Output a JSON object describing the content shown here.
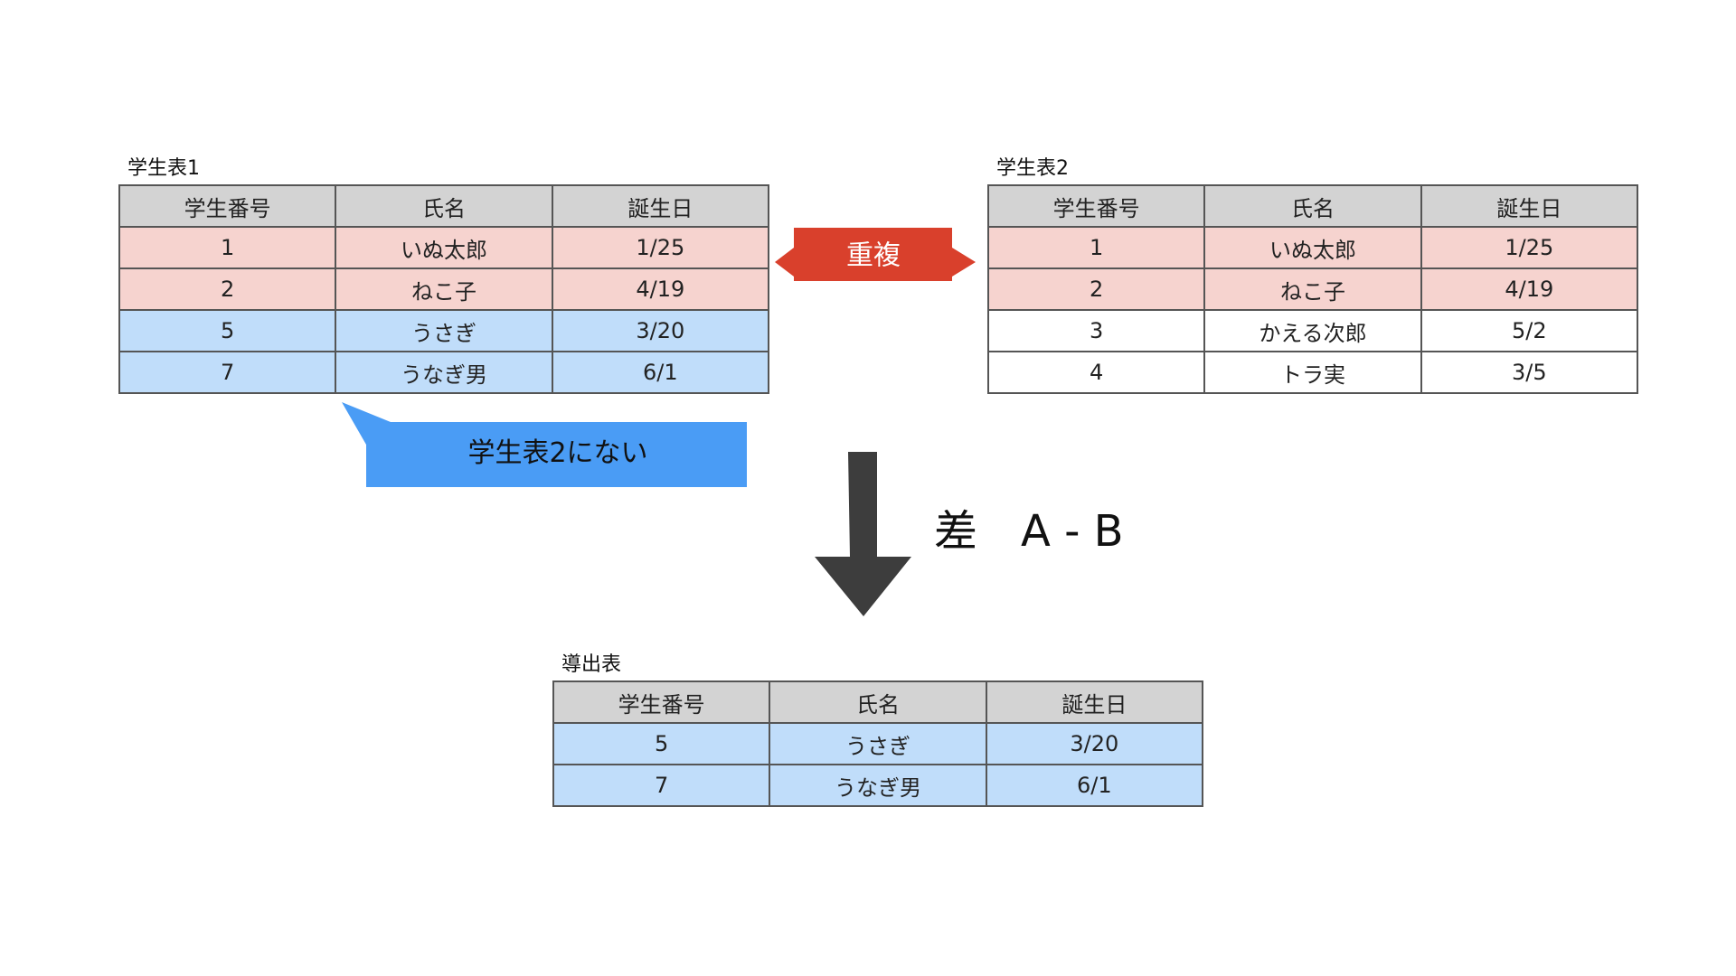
{
  "columns": [
    "学生番号",
    "氏名",
    "誕生日"
  ],
  "table1": {
    "title": "学生表1",
    "rows": [
      {
        "id": "1",
        "name": "いぬ太郎",
        "birthday": "1/25",
        "status": "duplicate"
      },
      {
        "id": "2",
        "name": "ねこ子",
        "birthday": "4/19",
        "status": "duplicate"
      },
      {
        "id": "5",
        "name": "うさぎ",
        "birthday": "3/20",
        "status": "only"
      },
      {
        "id": "7",
        "name": "うなぎ男",
        "birthday": "6/1",
        "status": "only"
      }
    ]
  },
  "table2": {
    "title": "学生表2",
    "rows": [
      {
        "id": "1",
        "name": "いぬ太郎",
        "birthday": "1/25",
        "status": "duplicate"
      },
      {
        "id": "2",
        "name": "ねこ子",
        "birthday": "4/19",
        "status": "duplicate"
      },
      {
        "id": "3",
        "name": "かえる次郎",
        "birthday": "5/2",
        "status": "plain"
      },
      {
        "id": "4",
        "name": "トラ実",
        "birthday": "3/5",
        "status": "plain"
      }
    ]
  },
  "result_table": {
    "title": "導出表",
    "rows": [
      {
        "id": "5",
        "name": "うさぎ",
        "birthday": "3/20",
        "status": "only"
      },
      {
        "id": "7",
        "name": "うなぎ男",
        "birthday": "6/1",
        "status": "only"
      }
    ]
  },
  "labels": {
    "duplicate": "重複",
    "not_in_table2": "学生表2にない",
    "operation": "差　A - B"
  },
  "colors": {
    "header_fill": "#d3d3d3",
    "duplicate_fill": "#f6d3cf",
    "only_fill": "#c0ddfa",
    "duplicate_badge": "#d9402c",
    "callout": "#4a9cf5",
    "arrow": "#3d3d3d"
  }
}
